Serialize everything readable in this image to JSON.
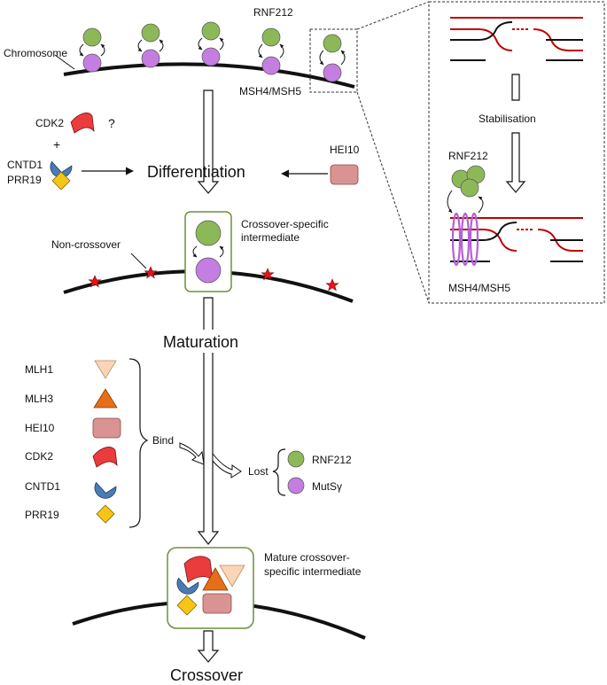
{
  "colors": {
    "rnf212_green": "#8db858",
    "msh_purple": "#c47ee2",
    "cdk2_red": "#ea3c3c",
    "cntd1_blue": "#4a7bb5",
    "prr19_yellow": "#f5c518",
    "mlh1_peach": "#fbd6b6",
    "mlh3_orange": "#e66e18",
    "hei10_pink": "#d99393",
    "box_olive": "#6f8f3a",
    "dna_red": "#c00000",
    "star_red": "#e4141b"
  },
  "top_section": {
    "chromosome_label": "Chromosome",
    "rnf212_label": "RNF212",
    "msh45_label": "MSH4/MSH5",
    "cdk2_label": "CDK2",
    "question_mark": "?",
    "plus": "+",
    "cntd1_label": "CNTD1",
    "prr19_label": "PRR19",
    "hei10_label": "HEI10",
    "differentiation_title": "Differentiation"
  },
  "middle_section": {
    "crossover_specific_line1": "Crossover-specific",
    "crossover_specific_line2": "intermediate",
    "non_crossover_label": "Non-crossover",
    "maturation_title": "Maturation"
  },
  "maturation_factors": {
    "bind_label": "Bind",
    "lost_label": "Lost",
    "bound_items": [
      {
        "label": "MLH1",
        "icon": "triangle-down-icon"
      },
      {
        "label": "MLH3",
        "icon": "triangle-up-icon"
      },
      {
        "label": "HEI10",
        "icon": "rounded-rect-icon"
      },
      {
        "label": "CDK2",
        "icon": "curved-wedge-icon"
      },
      {
        "label": "CNTD1",
        "icon": "pacman-icon"
      },
      {
        "label": "PRR19",
        "icon": "diamond-icon"
      }
    ],
    "lost_items": [
      {
        "label": "RNF212",
        "icon": "green-circle-icon"
      },
      {
        "label": "MutSγ",
        "icon": "purple-circle-icon"
      }
    ]
  },
  "bottom_section": {
    "mature_line1": "Mature crossover-",
    "mature_line2": "specific intermediate",
    "crossover_title": "Crossover"
  },
  "inset": {
    "stabilisation_label": "Stabilisation",
    "rnf212_label": "RNF212",
    "msh45_label": "MSH4/MSH5"
  }
}
